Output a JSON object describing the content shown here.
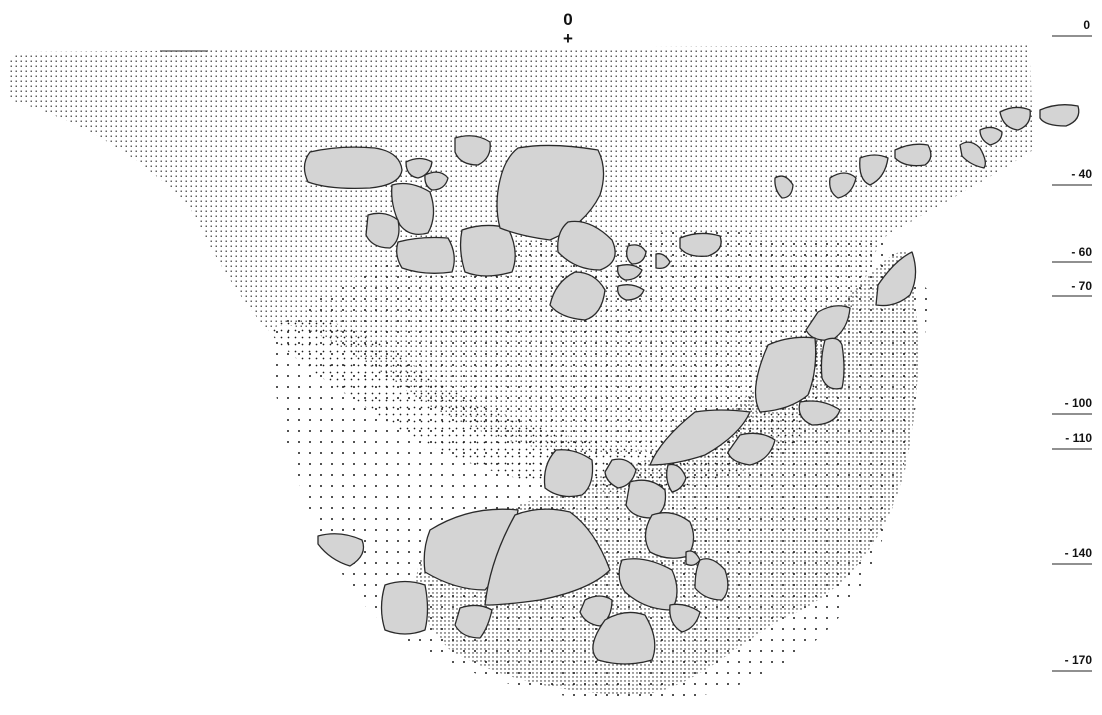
{
  "datum": {
    "label": "0",
    "marker": "+"
  },
  "scale": {
    "top_label": "0",
    "depth_marks": [
      "- 40",
      "- 60",
      "- 70",
      "- 100",
      "- 110",
      "- 140",
      "- 170"
    ]
  },
  "fill_colors": {
    "stone": "#d4d4d4",
    "stipple": "#1a1a1a",
    "outline": "#2a2a2a"
  }
}
